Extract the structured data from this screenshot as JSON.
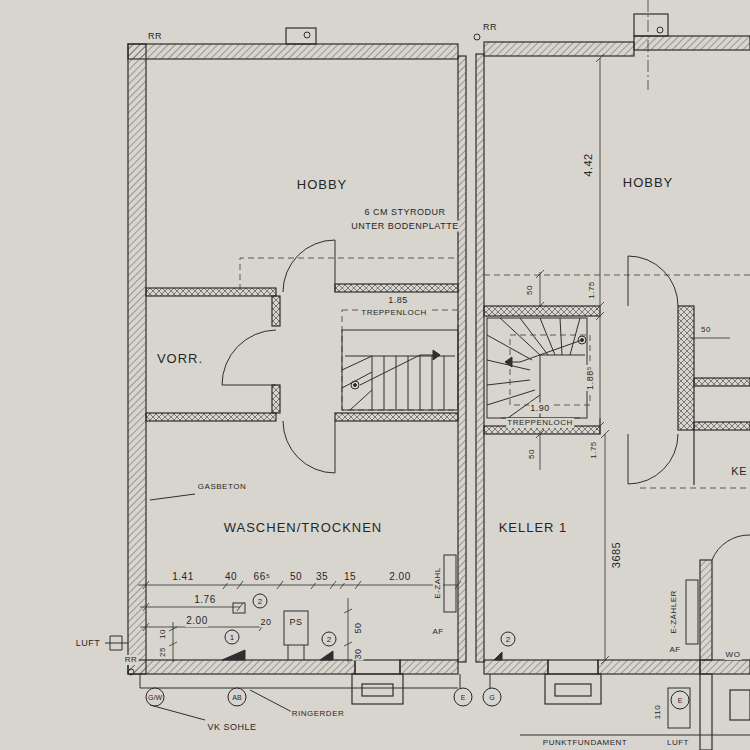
{
  "diagram": {
    "nodes": [
      {
        "text": [
          "HOBBY"
        ]
      },
      {
        "text": [
          "VORR."
        ]
      },
      {
        "text": [
          "WASCHEN/TROCKNEN"
        ]
      },
      {
        "text": [
          "HOBBY"
        ]
      },
      {
        "text": [
          "KELLER 1"
        ]
      }
    ],
    "labels": [
      "RR",
      "RR",
      "6 CM STYRODUR",
      "UNTER BODENPLATTE",
      "1.85",
      "TREPPENLOCH",
      "GASBETON",
      "1.41",
      "40",
      "66⁵",
      "50",
      "35",
      "15",
      "2.00",
      "1.76",
      "2",
      "2.00",
      "20",
      "1",
      "PS",
      "2",
      "50",
      "30",
      "10",
      "25",
      "E-ZAHL",
      "AF",
      "2",
      "LUFT",
      "RR",
      "G/W",
      "AB",
      "E",
      "G",
      "VK SOHLE",
      "RINGERDER",
      "50",
      "1.75",
      "4.42",
      "1.90",
      "TREPPENLOCH",
      "1.88⁵",
      "50",
      "1.75",
      "50",
      "3685",
      "E-ZÄHLER",
      "AF",
      "WO",
      "KE",
      "E",
      "110",
      "LUFT",
      "PUNKTFUNDAMENT"
    ]
  }
}
